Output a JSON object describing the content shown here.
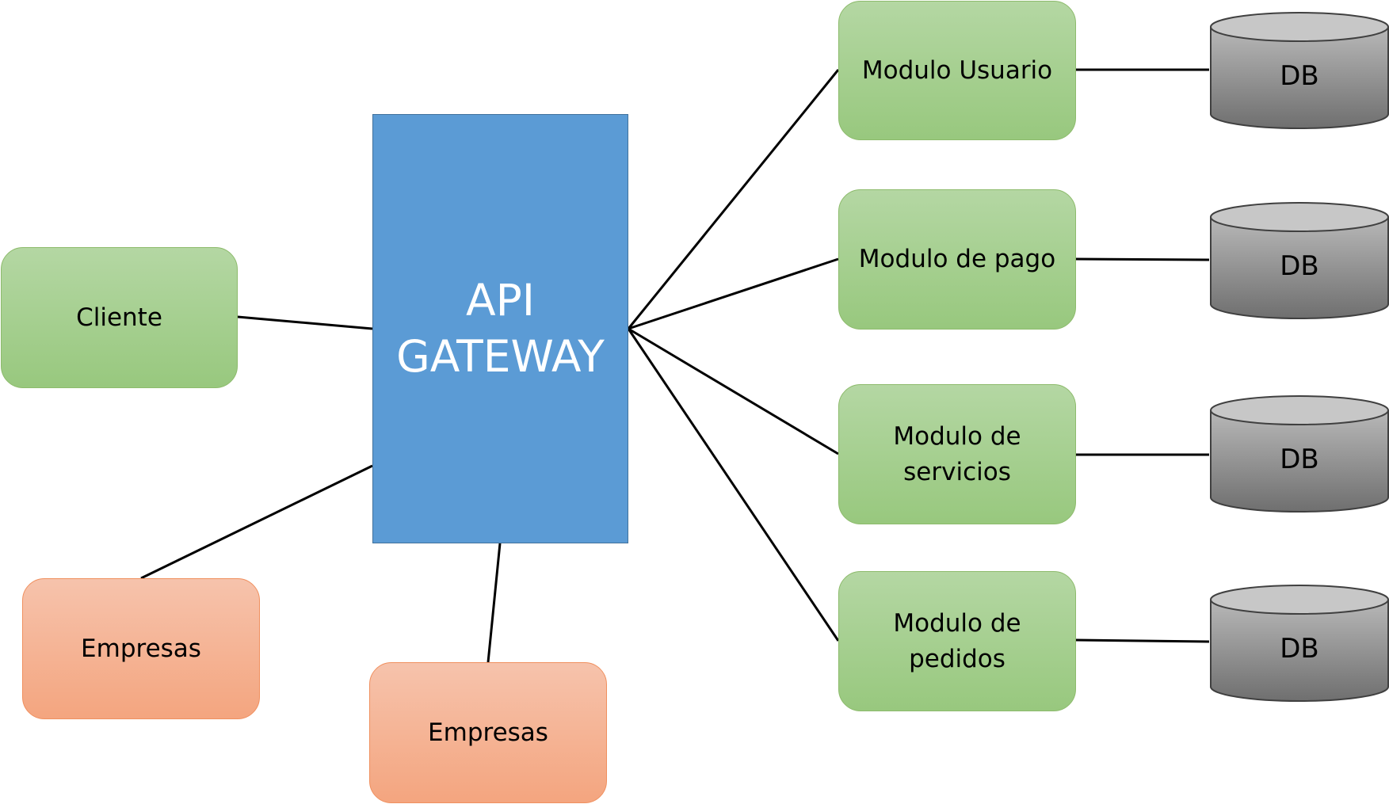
{
  "gateway": {
    "line1": "API",
    "line2": "GATEWAY"
  },
  "clients": {
    "cliente": "Cliente",
    "empresas_1": "Empresas",
    "empresas_2": "Empresas"
  },
  "modules": [
    {
      "label": "Modulo Usuario",
      "db": "DB"
    },
    {
      "label": "Modulo de pago",
      "db": "DB"
    },
    {
      "label": "Modulo de\nservicios",
      "db": "DB"
    },
    {
      "label": "Modulo de\npedidos",
      "db": "DB"
    }
  ],
  "colors": {
    "gateway": "#5b9bd5",
    "module_green": "#a9d18e",
    "client_orange": "#f4b183",
    "database_gray": "#8c8c8c"
  }
}
